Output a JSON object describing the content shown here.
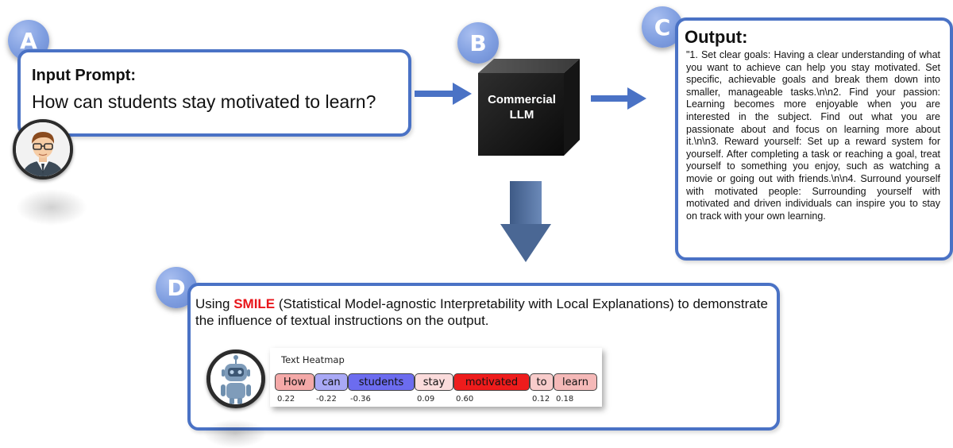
{
  "badges": {
    "a": "A",
    "b": "B",
    "c": "C",
    "d": "D"
  },
  "input_box": {
    "title": "Input Prompt:",
    "prompt": "How can students stay motivated to learn?"
  },
  "llm": {
    "line1": "Commercial",
    "line2": "LLM"
  },
  "output_box": {
    "title": "Output:",
    "text": "\"1. Set clear goals: Having a clear understanding of what you want to achieve can help you stay motivated. Set specific, achievable goals and break them down into smaller, manageable tasks.\\n\\n2. Find your passion: Learning becomes more enjoyable when you are interested in the subject. Find out what you are passionate about and focus on learning more about it.\\n\\n3. Reward yourself: Set up a reward system for yourself. After completing a task or reaching a goal, treat yourself to something you enjoy, such as watching a movie or going out with friends.\\n\\n4. Surround yourself with motivated people: Surrounding yourself with motivated and driven individuals can inspire you to stay on track with your own learning."
  },
  "smile_box": {
    "pre": "Using ",
    "highlight": "SMILE",
    "post": " (Statistical Model-agnostic Interpretability with Local Explanations) to demonstrate the influence of textual instructions on the output.",
    "highlight_color": "#e8161b"
  },
  "heatmap": {
    "title": "Text Heatmap",
    "tokens": [
      {
        "word": "How",
        "value": "0.22",
        "color": "#f4a9a8"
      },
      {
        "word": "can",
        "value": "-0.22",
        "color": "#a9a9f6"
      },
      {
        "word": "students",
        "value": "-0.36",
        "color": "#6c6cef"
      },
      {
        "word": "stay",
        "value": "0.09",
        "color": "#fbdcdc"
      },
      {
        "word": "motivated",
        "value": "0.60",
        "color": "#ee1c1c"
      },
      {
        "word": "to",
        "value": "0.12",
        "color": "#f8cccb"
      },
      {
        "word": "learn",
        "value": "0.18",
        "color": "#f5b9b8"
      }
    ]
  },
  "colors": {
    "accent": "#4a72c5",
    "badge": "#7f9ee0"
  },
  "icons": [
    "user-avatar-icon",
    "robot-avatar-icon",
    "arrow-right-icon",
    "arrow-down-icon"
  ]
}
